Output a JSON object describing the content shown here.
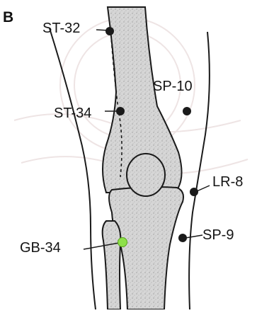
{
  "panel_label": "B",
  "points": [
    {
      "label": "ST-32"
    },
    {
      "label": "SP-10"
    },
    {
      "label": "ST-34"
    },
    {
      "label": "LR-8"
    },
    {
      "label": "SP-9"
    },
    {
      "label": "GB-34",
      "highlight": true
    }
  ],
  "colors": {
    "bone_fill": "#d3d3d3",
    "outline": "#1a1a1a",
    "point": "#1a1a1a",
    "highlight_point": "#8ee04a",
    "watermark": "#e8dcdc"
  }
}
